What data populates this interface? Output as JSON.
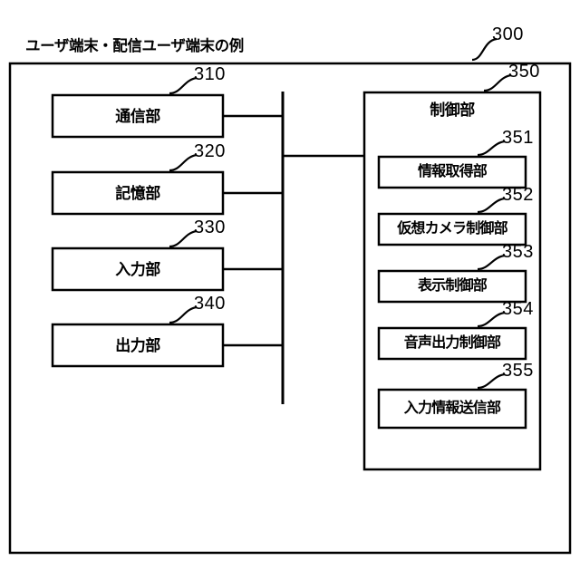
{
  "figure": {
    "title": "ユーザ端末・配信ユーザ端末の例",
    "outer_ref": "300",
    "line_color": "#000000",
    "background_color": "#ffffff"
  },
  "left_blocks": [
    {
      "ref": "310",
      "label": "通信部"
    },
    {
      "ref": "320",
      "label": "記憶部"
    },
    {
      "ref": "330",
      "label": "入力部"
    },
    {
      "ref": "340",
      "label": "出力部"
    }
  ],
  "control_unit": {
    "ref": "350",
    "label": "制御部",
    "sub_blocks": [
      {
        "ref": "351",
        "label": "情報取得部"
      },
      {
        "ref": "352",
        "label": "仮想カメラ制御部"
      },
      {
        "ref": "353",
        "label": "表示制御部"
      },
      {
        "ref": "354",
        "label": "音声出力制御部"
      },
      {
        "ref": "355",
        "label": "入力情報送信部"
      }
    ]
  }
}
